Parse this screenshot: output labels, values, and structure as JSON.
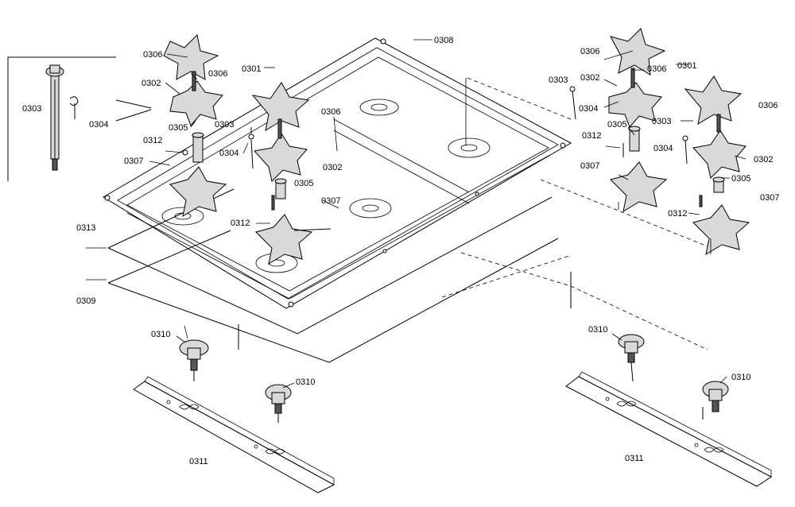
{
  "diagram": {
    "callouts": [
      "0306",
      "0306",
      "0302",
      "0304",
      "0305",
      "0303",
      "0312",
      "0307",
      "0301",
      "0303",
      "0304",
      "0305",
      "0312",
      "0308",
      "0306",
      "0302",
      "0307",
      "0313",
      "0309",
      "0310",
      "0310",
      "0311",
      "0306",
      "0302",
      "0303",
      "0304",
      "0306",
      "0301",
      "0306",
      "0305",
      "0312",
      "0303",
      "0304",
      "0302",
      "0307",
      "0305",
      "0312",
      "0307",
      "0310",
      "0310",
      "0311"
    ]
  }
}
